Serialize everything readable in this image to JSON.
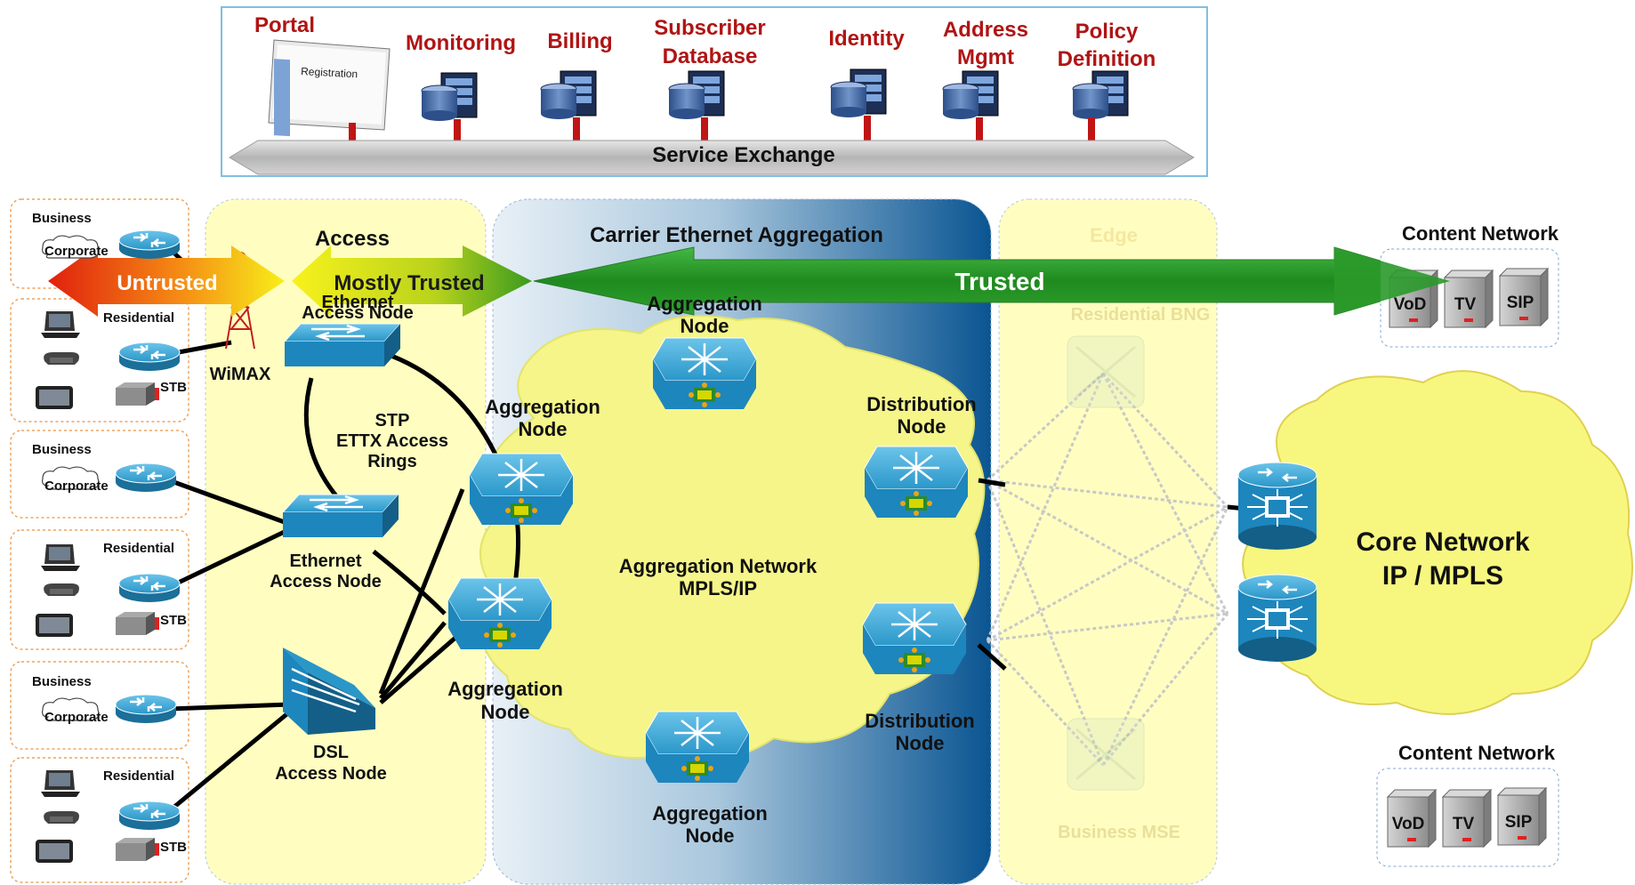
{
  "colors": {
    "access_zone": "#fffec0",
    "aggregation_dark": "#0b5a93",
    "aggregation_light": "#dbe9f2",
    "trusted_arrow": "#2ea12e",
    "untrusted_arrow": "#e23a12",
    "mostly_trusted_arrow": "#f3e313",
    "service_red": "#b01414",
    "cloud_fill": "#f7f780",
    "device_blue": "#2a97c9"
  },
  "services": {
    "portal": "Portal",
    "portal_screen_title": "Registration",
    "monitoring": "Monitoring",
    "billing": "Billing",
    "subscriber_db_line1": "Subscriber",
    "subscriber_db_line2": "Database",
    "identity": "Identity",
    "address_mgmt_line1": "Address",
    "address_mgmt_line2": "Mgmt",
    "policy_line1": "Policy",
    "policy_line2": "Definition",
    "exchange_label": "Service Exchange"
  },
  "customers": {
    "business": "Business",
    "corporate": "Corporate",
    "residential": "Residential",
    "stb": "STB"
  },
  "trust": {
    "untrusted": "Untrusted",
    "mostly_trusted": "Mostly Trusted",
    "trusted": "Trusted"
  },
  "access": {
    "zone_title": "Access",
    "wimax": "WiMAX",
    "ethernet_top_line1": "Ethernet",
    "ethernet_top_line2": "Access Node",
    "stp_line1": "STP",
    "stp_line2": "ETTX Access",
    "stp_line3": "Rings",
    "ethernet_line1": "Ethernet",
    "ethernet_line2": "Access Node",
    "dsl_line1": "DSL",
    "dsl_line2": "Access Node"
  },
  "aggregation": {
    "zone_title": "Carrier Ethernet Aggregation",
    "node_line1": "Aggregation",
    "node_line2": "Node",
    "distribution_line1": "Distribution",
    "distribution_line2": "Node",
    "network_line1": "Aggregation Network",
    "network_line2": "MPLS/IP"
  },
  "edge": {
    "zone_title": "Edge",
    "residential_bng": "Residential BNG",
    "business_mse": "Business MSE"
  },
  "core": {
    "line1": "Core Network",
    "line2": "IP / MPLS"
  },
  "content": {
    "title": "Content Network",
    "vod": "VoD",
    "tv": "TV",
    "sip": "SIP"
  }
}
